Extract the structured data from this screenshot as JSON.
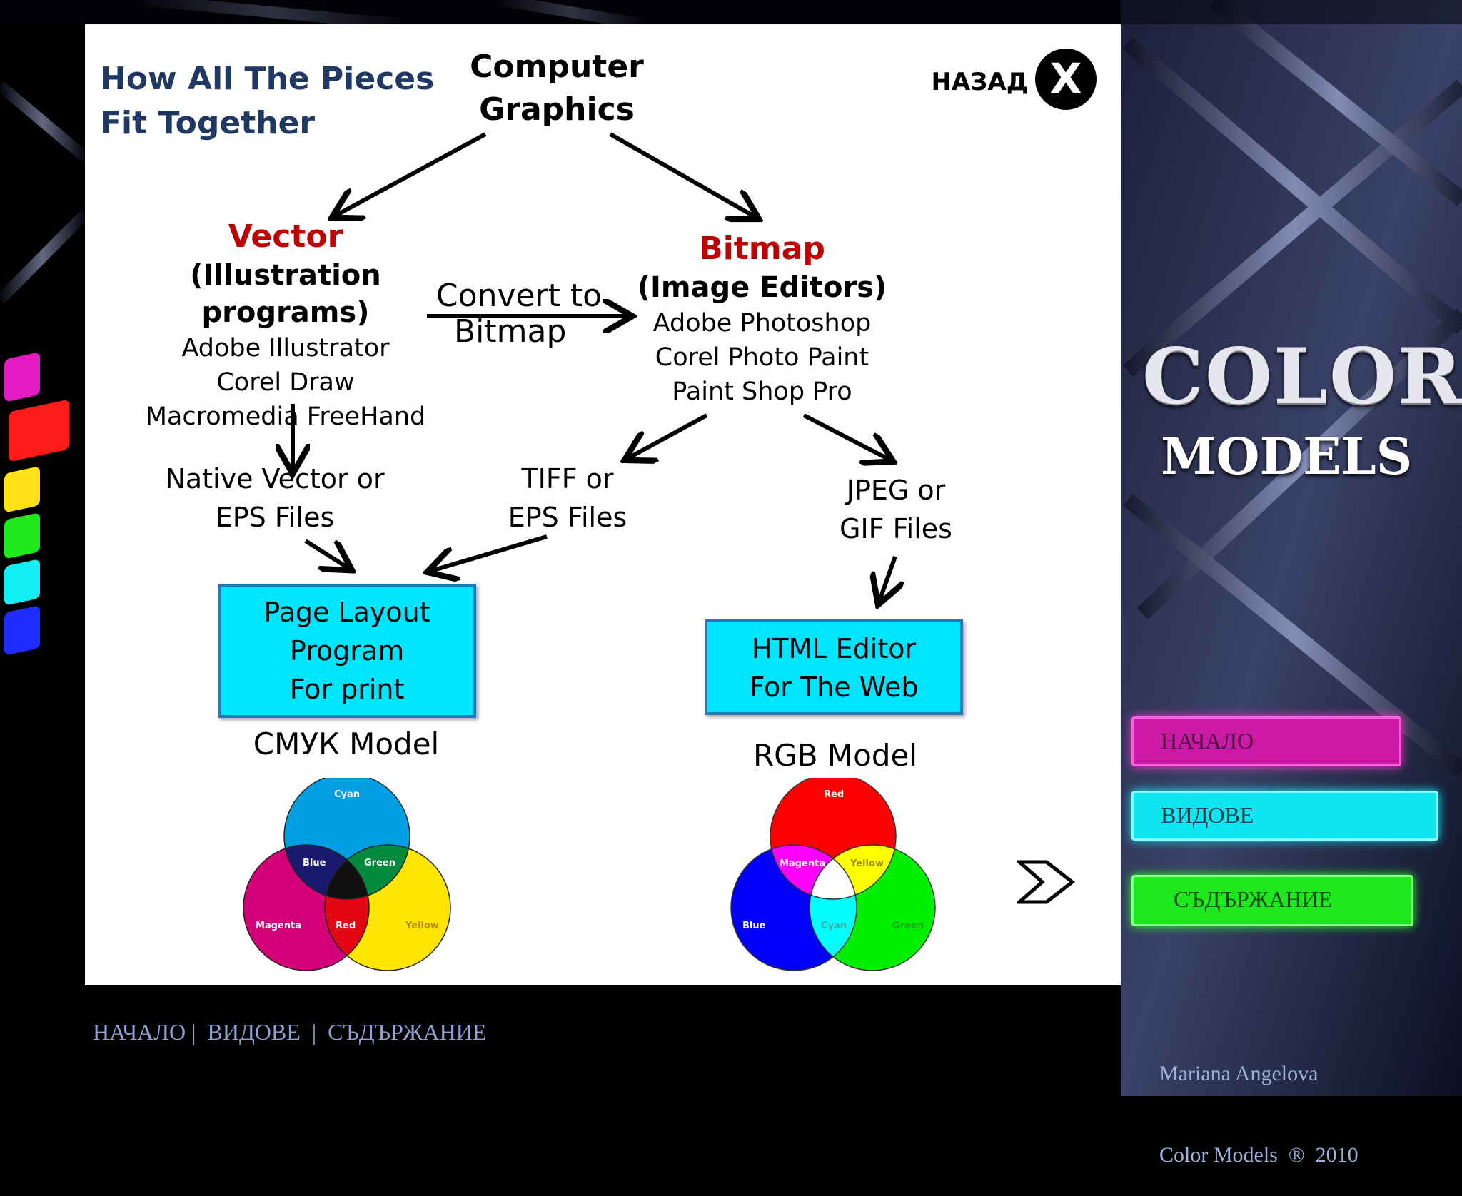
{
  "title_lines": [
    "How All The Pieces",
    "Fit Together"
  ],
  "root_lines": [
    "Computer",
    "Graphics"
  ],
  "back_label": "НАЗАД",
  "close_label": "X",
  "vector": {
    "heading": "Vector",
    "subheading": "(Illustration programs)",
    "programs": [
      "Adobe Illustrator",
      "Corel Draw",
      "Macromedia FreeHand"
    ]
  },
  "bitmap": {
    "heading": "Bitmap",
    "subheading": "(Image Editors)",
    "programs": [
      "Adobe Photoshop",
      "Corel Photo Paint",
      "Paint Shop Pro"
    ]
  },
  "convert_lines": [
    "Convert to",
    "Bitmap"
  ],
  "native_lines": [
    "Native Vector or",
    "EPS Files"
  ],
  "tiff_lines": [
    "TIFF or",
    "EPS Files"
  ],
  "jpeg_lines": [
    "JPEG or",
    "GIF Files"
  ],
  "layout_box": [
    "Page Layout",
    "Program",
    "For print"
  ],
  "html_box": [
    "HTML Editor",
    "For  The Web"
  ],
  "cmyk_model": "СМУК  Model",
  "rgb_model": "RGB  Model",
  "cmyk_labels": {
    "cyan": "Cyan",
    "blue": "Blue",
    "green": "Green",
    "magenta": "Magenta",
    "red": "Red",
    "yellow": "Yellow"
  },
  "rgb_labels": {
    "red": "Red",
    "magenta": "Magenta",
    "yellow": "Yellow",
    "blue": "Blue",
    "cyan": "Cyan",
    "green": "Green"
  },
  "brand": {
    "line1": "COLOR",
    "line2": "MODELS"
  },
  "nav": [
    "НАЧАЛО",
    "ВИДОВЕ",
    "СЪДЪРЖАНИЕ"
  ],
  "footer_links": [
    "НАЧАЛО",
    "ВИДОВЕ",
    "СЪДЪРЖАНИЕ"
  ],
  "credit_lines": [
    "Mariana Angelova",
    "Color Models  ®  2010"
  ],
  "colors": {
    "cyan": "#009fe3",
    "magenta": "#d4007a",
    "yellow": "#ffe600",
    "red": "#ff0000",
    "green": "#00ee00",
    "blue": "#0000ff",
    "heading_red": "#c00000",
    "title_navy": "#1f3864",
    "box_fill": "#00e5ff"
  }
}
